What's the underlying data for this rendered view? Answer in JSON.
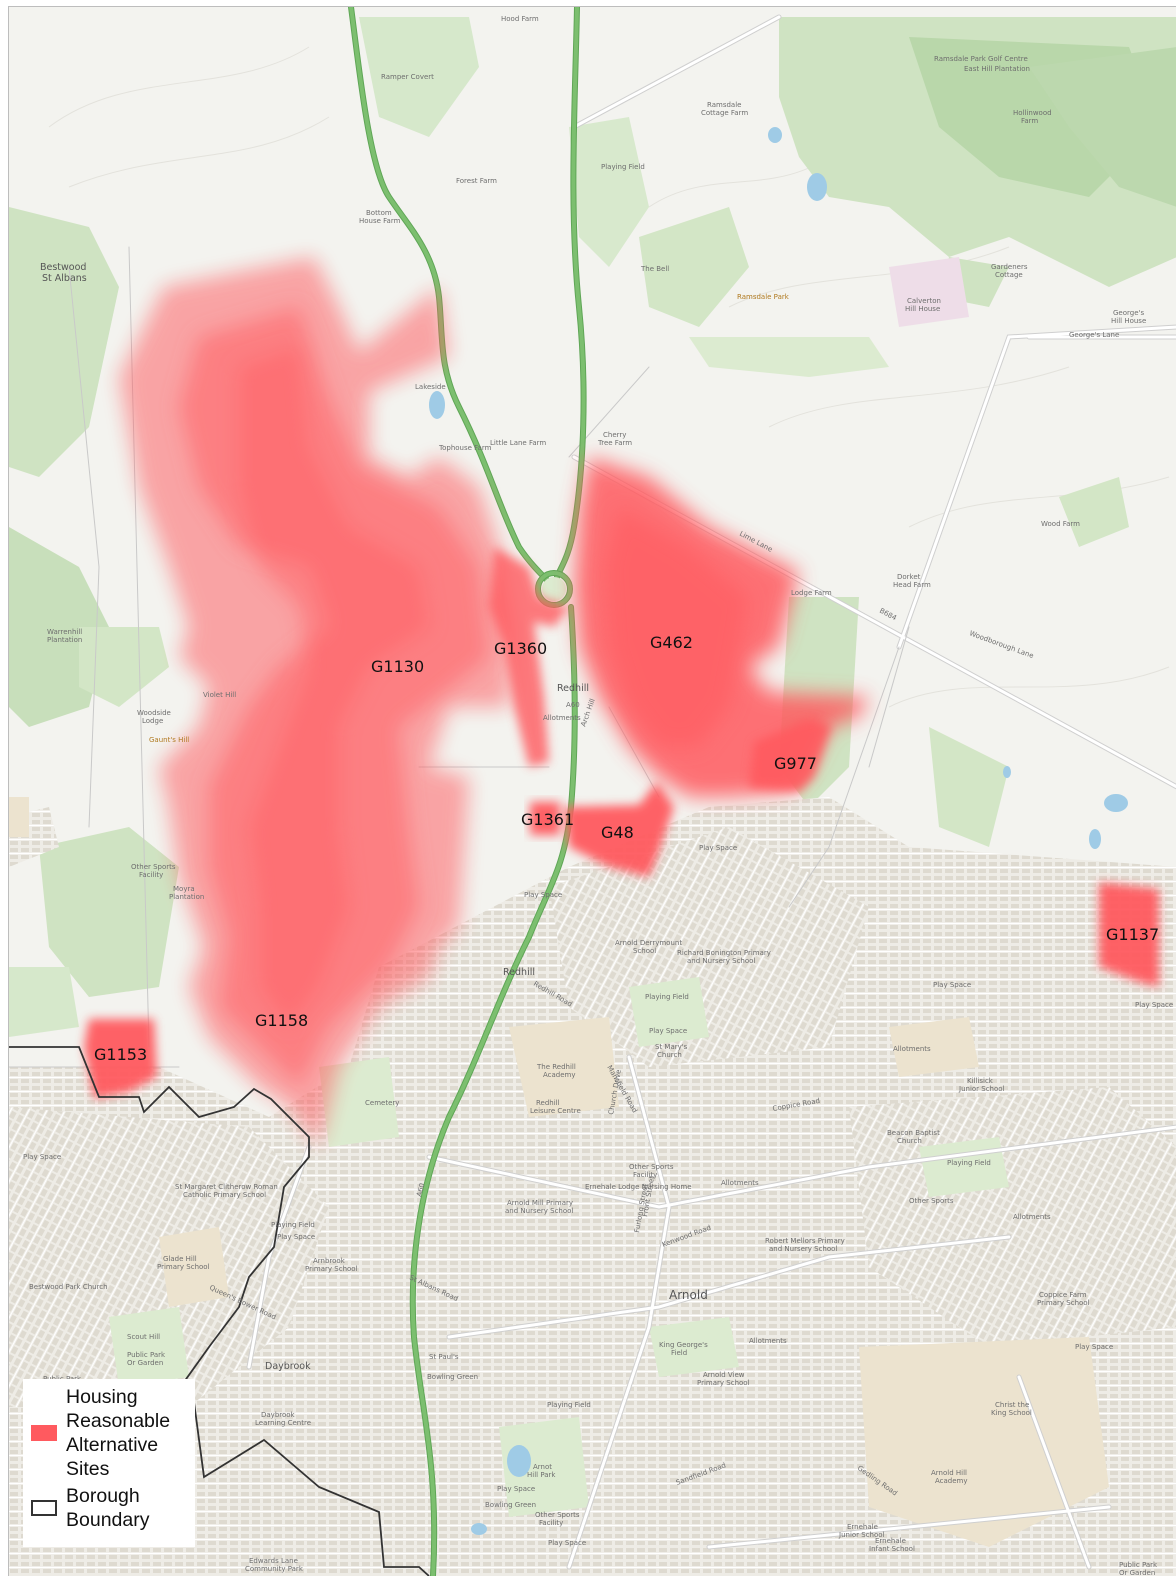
{
  "colors": {
    "background": "#f3f3ef",
    "woodland": "#cfe3c2",
    "woodland_dark": "#b9d7aa",
    "park": "#dcebd0",
    "road_major": "#7cbf6f",
    "road_minor": "#ffffff",
    "road_casing": "#cfcfcf",
    "water": "#9fcbe6",
    "building": "#d9d2c5",
    "school": "#ece3cf",
    "site_fill": "#ff5a5f",
    "boundary": "#333333"
  },
  "sites": [
    {
      "id": "G1130",
      "label": "G1130"
    },
    {
      "id": "G1360",
      "label": "G1360"
    },
    {
      "id": "G462",
      "label": "G462"
    },
    {
      "id": "G977",
      "label": "G977"
    },
    {
      "id": "G1361",
      "label": "G1361"
    },
    {
      "id": "G48",
      "label": "G48"
    },
    {
      "id": "G1137",
      "label": "G1137"
    },
    {
      "id": "G1158",
      "label": "G1158"
    },
    {
      "id": "G1153",
      "label": "G1153"
    }
  ],
  "places": {
    "arnold": "Arnold",
    "redhill": "Redhill",
    "redhill_north": "Redhill",
    "daybrook": "Daybrook",
    "bestwood_1": "Bestwood",
    "bestwood_2": "St Albans"
  },
  "map_labels": {
    "hood_farm": "Hood Farm",
    "ramper_covert": "Ramper Covert",
    "forest_farm": "Forest Farm",
    "bottom_house_farm_1": "Bottom",
    "bottom_house_farm_2": "House Farm",
    "ramsdale_cottage_farm_1": "Ramsdale",
    "ramsdale_cottage_farm_2": "Cottage Farm",
    "playing_field": "Playing Field",
    "ramsdale_park": "Ramsdale Park",
    "ramsdale_golf": "Ramsdale Park Golf Centre",
    "east_hill_plantation": "East Hill Plantation",
    "hollinwood_farm_1": "Hollinwood",
    "hollinwood_farm_2": "Farm",
    "lakeside": "Lakeside",
    "tophouse_farm": "Tophouse Farm",
    "little_lane_farm": "Little Lane Farm",
    "cherry_tree_farm_1": "Cherry",
    "cherry_tree_farm_2": "Tree Farm",
    "calverton_hill_1": "Calverton",
    "calverton_hill_2": "Hill House",
    "gardeners_cottage_1": "Gardeners",
    "gardeners_cottage_2": "Cottage",
    "georges_hill_1": "George's",
    "georges_hill_2": "Hill House",
    "georges_lane": "George's Lane",
    "wood_farm": "Wood Farm",
    "dorket_head_1": "Dorket",
    "dorket_head_2": "Head Farm",
    "lodge_farm": "Lodge Farm",
    "lime_lane": "Lime Lane",
    "woodborough_lane": "Woodborough Lane",
    "b684": "B684",
    "warrenhill_1": "Warrenhill",
    "warrenhill_2": "Plantation",
    "woodside_lodge_1": "Woodside",
    "woodside_lodge_2": "Lodge",
    "gaunts_hill": "Gaunt's Hill",
    "violet_hill": "Violet Hill",
    "allotments": "Allotments",
    "arch_hill": "Arch Hill",
    "play_space": "Play Space",
    "other_sports_1": "Other Sports",
    "other_sports_2": "Facility",
    "moyra_1": "Moyra",
    "moyra_2": "Plantation",
    "arnold_derrymount_1": "Arnold Derrymount",
    "arnold_derrymount_2": "School",
    "richard_bonington_1": "Richard Bonington Primary",
    "richard_bonington_2": "and Nursery School",
    "redhill_academy_1": "The Redhill",
    "redhill_academy_2": "Academy",
    "redhill_leisure_1": "Redhill",
    "redhill_leisure_2": "Leisure Centre",
    "st_marys_1": "St Mary's",
    "st_marys_2": "Church",
    "killisick_1": "Killisick",
    "killisick_2": "Junior School",
    "beacon_baptist_1": "Beacon Baptist",
    "beacon_baptist_2": "Church",
    "cemetery": "Cemetery",
    "st_margaret_1": "St Margaret Clitherow Roman",
    "st_margaret_2": "Catholic Primary School",
    "ernehale_lodge": "Ernehale Lodge Nursing Home",
    "arnold_mill_1": "Arnold Mill Primary",
    "arnold_mill_2": "and Nursery School",
    "robert_mellors_1": "Robert Mellors Primary",
    "robert_mellors_2": "and Nursery School",
    "glade_hill_1": "Glade Hill",
    "glade_hill_2": "Primary School",
    "arnbrook_1": "Arnbrook",
    "arnbrook_2": "Primary School",
    "bestwood_park_church": "Bestwood Park Church",
    "coppice_farm_1": "Coppice Farm",
    "coppice_farm_2": "Primary School",
    "king_georges_1": "King George's",
    "king_georges_2": "Field",
    "arnold_view_1": "Arnold View",
    "arnold_view_2": "Primary School",
    "christ_king_1": "Christ the",
    "christ_king_2": "King School",
    "arnold_hill_1": "Arnold Hill",
    "arnold_hill_2": "Academy",
    "arnot_hill_1": "Arnot",
    "arnot_hill_2": "Hill Park",
    "bowling_green": "Bowling Green",
    "edwards_lane_1": "Edwards Lane",
    "edwards_lane_2": "Community Park",
    "daybrook_lc_1": "Daybrook",
    "daybrook_lc_2": "Learning Centre",
    "scout_hill": "Scout Hill",
    "public_park_1": "Public Park",
    "public_park_2": "Or Garden",
    "ernehale_junior_1": "Ernehale",
    "ernehale_junior_2": "Junior School",
    "ernehale_infant_1": "Ernehale",
    "ernehale_infant_2": "Infant School",
    "st_pauls": "St Paul's",
    "coppice_road": "Coppice Road",
    "queens_bower": "Queen's Bower Road",
    "st_albans_road": "St Albans Road",
    "redhill_road": "Redhill Road",
    "church_drive": "Church Drive",
    "kenwood_road": "Kenwood Road",
    "mansfield_road": "Mansfield Road",
    "front_street": "Front Street",
    "gedling_road": "Gedling Road",
    "sandfield_road": "Sandfield Road",
    "furlong": "Furlong Street",
    "a60": "A60"
  },
  "legend": {
    "items": [
      {
        "label": "Housing Reasonable Alternative Sites",
        "kind": "fill"
      },
      {
        "label": "Borough Boundary",
        "kind": "outline"
      }
    ]
  }
}
